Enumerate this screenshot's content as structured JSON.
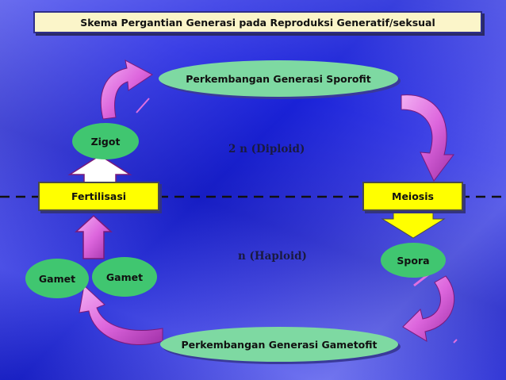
{
  "title": "Skema Pergantian Generasi pada Reproduksi Generatif/seksual",
  "nodes": {
    "sporofit": "Perkembangan Generasi Sporofit",
    "gametofit": "Perkembangan Generasi Gametofit",
    "zigot": "Zigot",
    "fertilisasi": "Fertilisasi",
    "meiosis": "Meiosis",
    "spora": "Spora",
    "gamet_left": "Gamet",
    "gamet_right": "Gamet"
  },
  "labels": {
    "diploid": "2 n (Diploid)",
    "haploid": "n (Haploid)"
  },
  "colors": {
    "arrow_fill": "#e070e0",
    "arrow_shade": "#8a1c8a",
    "box_fill": "#ffff00",
    "ellipse_fill": "#3fc97a",
    "title_fill": "#fbf5c9",
    "divider": "#111111"
  }
}
